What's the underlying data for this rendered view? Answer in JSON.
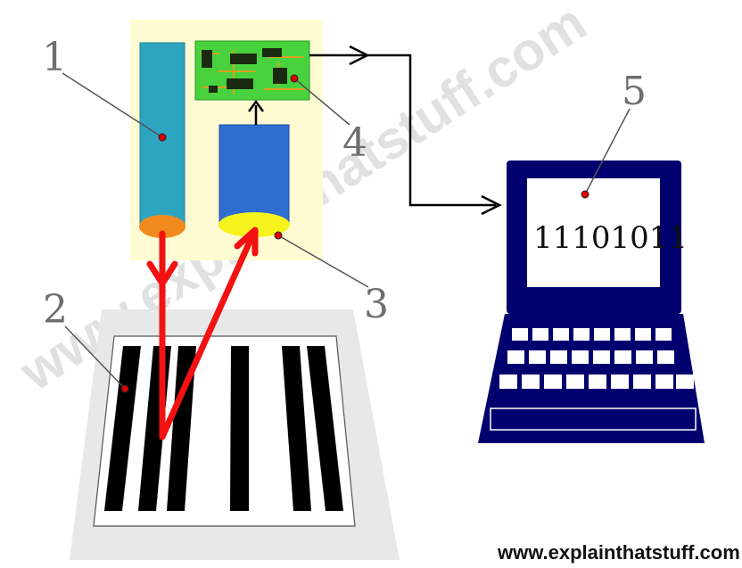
{
  "diagram": {
    "labels": {
      "one": "1",
      "two": "2",
      "three": "3",
      "four": "4",
      "five": "5"
    },
    "screen_text": "11101011",
    "credit": "www.explainthatstuff.com",
    "watermark": "www.explainthatstuff.com"
  },
  "colors": {
    "scanner_panel": "#fefbd3",
    "light_tube": "#2ea5c0",
    "light_source": "#f18a1d",
    "sensor_tube": "#2e6ed0",
    "sensor_lens": "#f6f21b",
    "circuit_board": "#48d33e",
    "laser": "#f21212",
    "computer": "#00006e",
    "barcode_bars": "#000000",
    "label_marker": "#e00000"
  }
}
